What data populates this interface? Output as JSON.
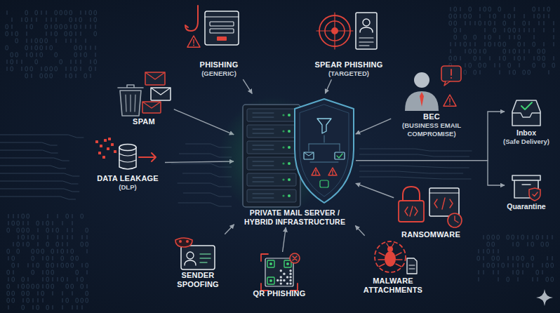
{
  "diagram": {
    "nodes": [
      {
        "text": [
          "PHISHING",
          "(GENERIC)"
        ]
      },
      {
        "text": [
          "SPEAR PHISHING",
          "(TARGETED)"
        ]
      },
      {
        "text": [
          "SPAM"
        ]
      },
      {
        "text": [
          "BEC",
          "(BUSINESS EMAIL COMPROMISE)"
        ]
      },
      {
        "text": [
          "Inbox",
          "(Safe Delivery)"
        ]
      },
      {
        "text": [
          "DATA LEAKAGE",
          "(DLP)"
        ]
      },
      {
        "text": [
          "PRIVATE MAIL SERVER / HYBRID INFRASTRUCTURE"
        ]
      },
      {
        "text": [
          "Quarantine"
        ]
      },
      {
        "text": [
          "RANSOMWARE"
        ]
      },
      {
        "text": [
          "SENDER SPOOFING"
        ]
      },
      {
        "text": [
          "QR PHISHING"
        ]
      },
      {
        "text": [
          "MALWARE ATTACHMENTS"
        ]
      }
    ],
    "edges": [
      {
        "from": 0,
        "to": 6,
        "arrow": "to"
      },
      {
        "from": 1,
        "to": 6,
        "arrow": "to"
      },
      {
        "from": 2,
        "to": 6,
        "arrow": "to"
      },
      {
        "from": 3,
        "to": 6,
        "arrow": "to"
      },
      {
        "from": 5,
        "to": 6,
        "arrow": "to"
      },
      {
        "from": 8,
        "to": 6,
        "arrow": "to"
      },
      {
        "from": 9,
        "to": 6,
        "arrow": "to"
      },
      {
        "from": 10,
        "to": 6,
        "arrow": "to"
      },
      {
        "from": 11,
        "to": 6,
        "arrow": "to"
      },
      {
        "from": 6,
        "to": 4,
        "arrow": "to"
      },
      {
        "from": 6,
        "to": 7,
        "arrow": "to"
      }
    ]
  }
}
